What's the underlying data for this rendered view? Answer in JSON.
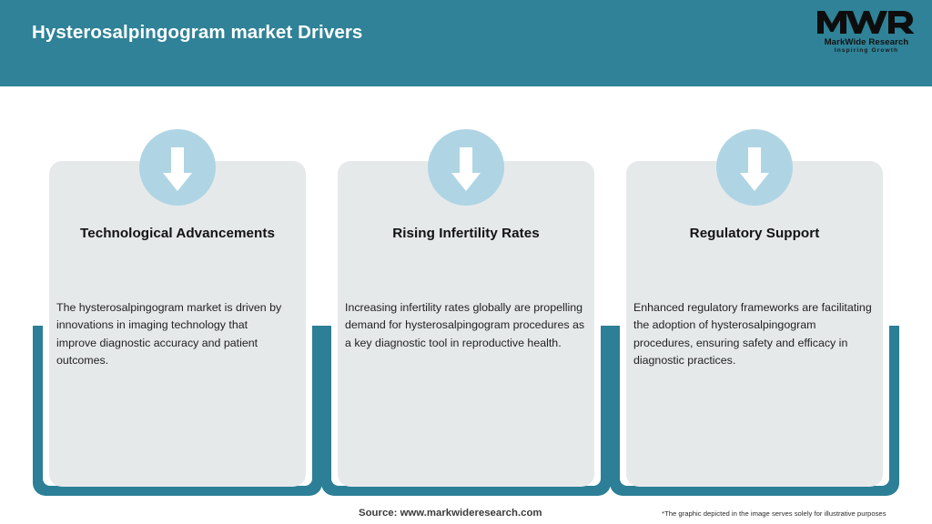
{
  "header": {
    "title": "Hysterosalpingogram market Drivers",
    "bg_color": "#2F8297"
  },
  "logo": {
    "mark": "MWR",
    "name": "MarkWide Research",
    "tagline": "Inspiring Growth"
  },
  "theme": {
    "frame_color": "#2C7F96",
    "card_color": "#E6E9EA",
    "badge_color": "#AFD5E5",
    "arrow_color": "#FFFFFF",
    "title_color": "#121212",
    "body_color": "#222222"
  },
  "cards": [
    {
      "title": "Technological Advancements",
      "body": "The hysterosalpingogram market is driven by innovations in imaging technology that improve diagnostic accuracy and patient outcomes.",
      "icon": "arrow-down-icon"
    },
    {
      "title": "Rising Infertility Rates",
      "body": "Increasing infertility rates globally are propelling demand for hysterosalpingogram procedures as a key diagnostic tool in reproductive health.",
      "icon": "arrow-down-icon"
    },
    {
      "title": "Regulatory Support",
      "body": "Enhanced regulatory frameworks are facilitating the adoption of hysterosalpingogram procedures, ensuring safety and efficacy in diagnostic practices.",
      "icon": "arrow-down-icon"
    }
  ],
  "footer": {
    "source": "Source: www.markwideresearch.com",
    "disclaimer": "*The graphic depicted in the image serves solely for illustrative purposes"
  }
}
